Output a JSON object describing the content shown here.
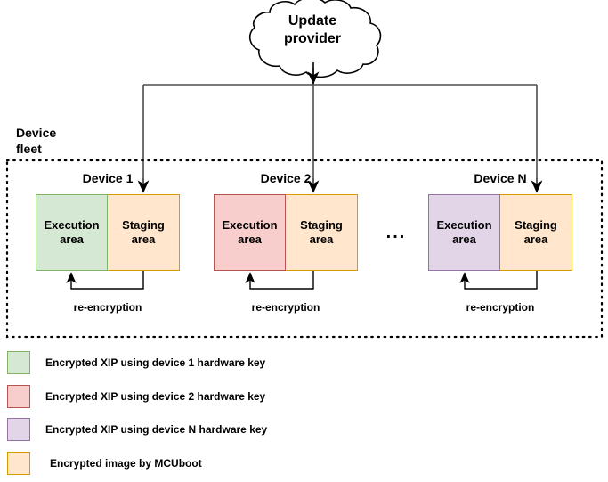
{
  "diagram": {
    "source_node": {
      "label_line1": "Update",
      "label_line2": "provider",
      "shape": "cloud-shape"
    },
    "fleet": {
      "label_line1": "Device",
      "label_line2": "fleet",
      "border_style": "dotted",
      "ellipsis": "..."
    },
    "devices": [
      {
        "title": "Device 1",
        "execution": {
          "line1": "Execution",
          "line2": "area",
          "fill": "#d5e8d4",
          "stroke": "#82b366"
        },
        "staging": {
          "line1": "Staging",
          "line2": "area",
          "fill": "#ffe6cc",
          "stroke": "#d79b00"
        },
        "reencryption_label": "re-encryption"
      },
      {
        "title": "Device 2",
        "execution": {
          "line1": "Execution",
          "line2": "area",
          "fill": "#f8cecc",
          "stroke": "#b85450"
        },
        "staging": {
          "line1": "Staging",
          "line2": "area",
          "fill": "#ffe6cc",
          "stroke": "#d79b00"
        },
        "reencryption_label": "re-encryption"
      },
      {
        "title": "Device N",
        "execution": {
          "line1": "Execution",
          "line2": "area",
          "fill": "#e1d5e7",
          "stroke": "#9673a6"
        },
        "staging": {
          "line1": "Staging",
          "line2": "area",
          "fill": "#ffe6cc",
          "stroke": "#d79b00"
        },
        "reencryption_label": "re-encryption"
      }
    ],
    "legend": [
      {
        "color": "#d5e8d4",
        "stroke": "#82b366",
        "text": "Encrypted XIP using device 1 hardware key"
      },
      {
        "color": "#f8cecc",
        "stroke": "#b85450",
        "text": "Encrypted XIP using device 2 hardware key"
      },
      {
        "color": "#e1d5e7",
        "stroke": "#9673a6",
        "text": "Encrypted XIP using device N hardware key"
      },
      {
        "color": "#ffe6cc",
        "stroke": "#d79b00",
        "text": "Encrypted image by MCUboot"
      }
    ],
    "colors": {
      "line": "#4d4d4d",
      "arrow": "#000000",
      "text": "#000000",
      "background": "#ffffff"
    }
  }
}
